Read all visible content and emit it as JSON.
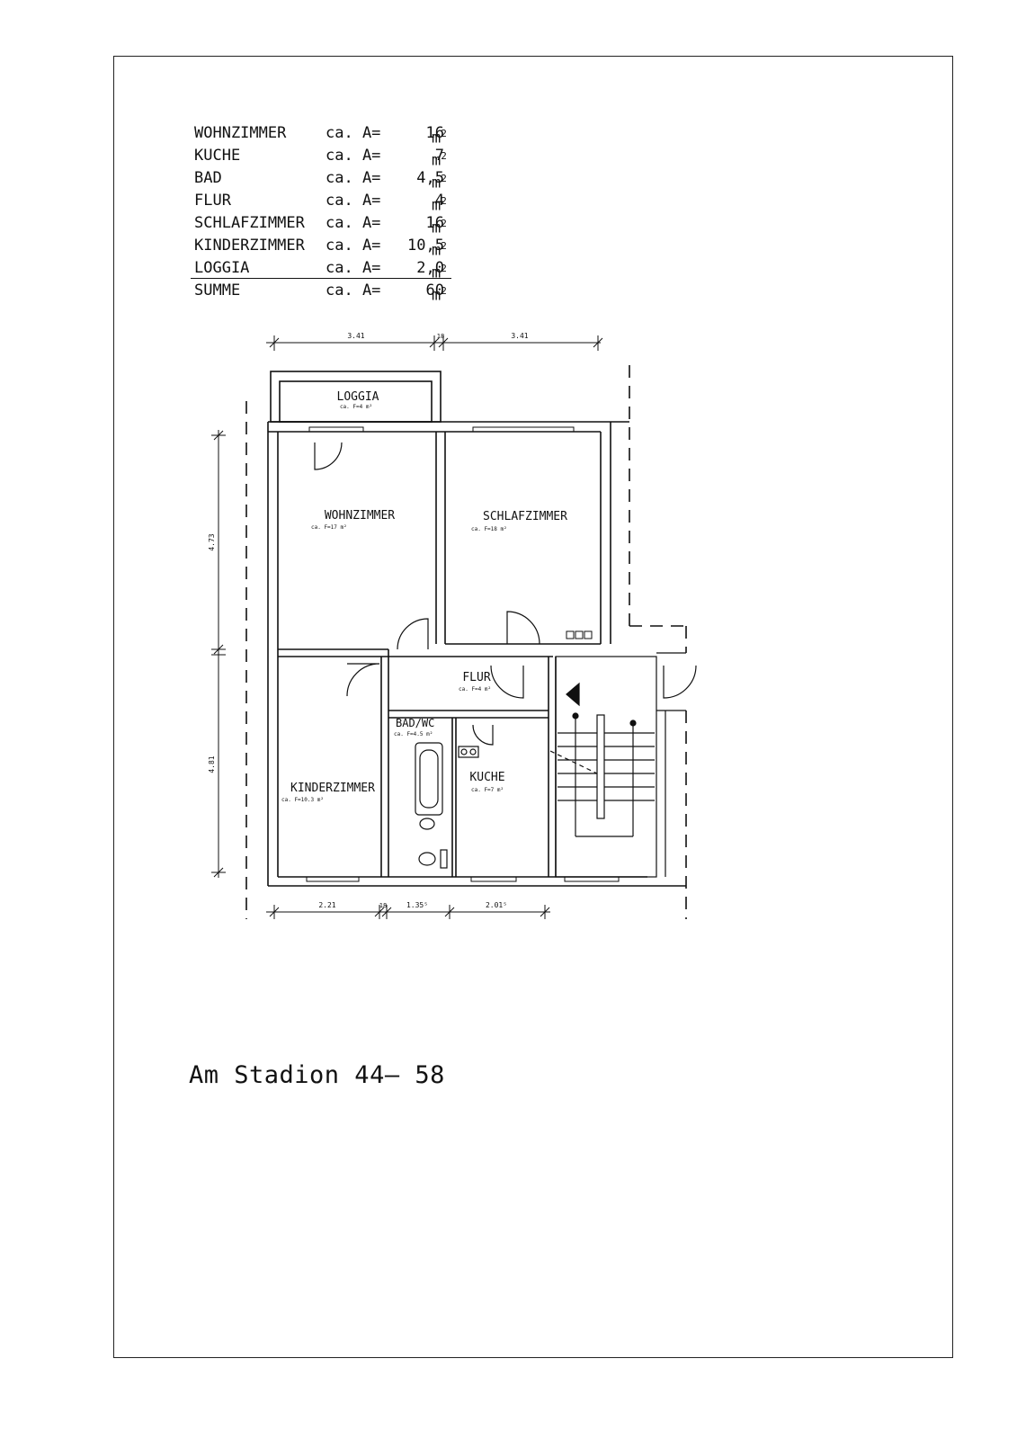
{
  "area_table": {
    "rows": [
      {
        "room": "WOHNZIMMER",
        "ca": "ca. A=",
        "value": "16",
        "unit": "m",
        "exp": "2"
      },
      {
        "room": "KUCHE",
        "ca": "ca. A=",
        "value": "7",
        "unit": "m",
        "exp": "2"
      },
      {
        "room": "BAD",
        "ca": "ca. A=",
        "value": "4,5",
        "unit": "m",
        "exp": "2"
      },
      {
        "room": "FLUR",
        "ca": "ca. A=",
        "value": "4",
        "unit": "m",
        "exp": "2"
      },
      {
        "room": "SCHLAFZIMMER",
        "ca": "ca. A=",
        "value": "16",
        "unit": "m",
        "exp": "2"
      },
      {
        "room": "KINDERZIMMER",
        "ca": "ca. A=",
        "value": "10,5",
        "unit": "m",
        "exp": "2"
      },
      {
        "room": "LOGGIA",
        "ca": "ca. A=",
        "value": "2,0",
        "unit": "m",
        "exp": "2"
      }
    ],
    "total": {
      "room": "SUMME",
      "ca": "ca. A=",
      "value": "60",
      "unit": "m",
      "exp": "2"
    }
  },
  "plan": {
    "rooms": {
      "loggia": {
        "name": "LOGGIA",
        "area": "ca. F=4 m²"
      },
      "wohnzimmer": {
        "name": "WOHNZIMMER",
        "area": "ca. F=17 m²"
      },
      "schlafzimmer": {
        "name": "SCHLAFZIMMER",
        "area": "ca. F=18 m²"
      },
      "flur": {
        "name": "FLUR",
        "area": "ca. F=4 m²"
      },
      "bad": {
        "name": "BAD/WC",
        "area": "ca. F=4.5 m²"
      },
      "kueche": {
        "name": "KUCHE",
        "area": "ca. F=7 m²"
      },
      "kinderzimmer": {
        "name": "KINDERZIMMER",
        "area": "ca. F=10.3 m²"
      }
    },
    "dimensions": {
      "top_left": "3.41",
      "top_mid": "18",
      "top_right": "3.41",
      "left_upper": "4.73",
      "left_lower": "4.81",
      "bottom_1": "2.21",
      "bottom_2": "18",
      "bottom_3": "1.35⁵",
      "bottom_4": "2.01⁵"
    }
  },
  "caption": "Am Stadion 44– 58"
}
